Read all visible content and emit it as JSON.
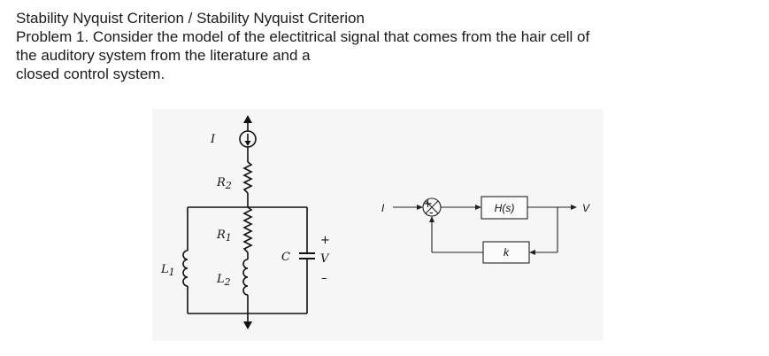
{
  "text": {
    "title": "Stability Nyquist Criterion / Stability Nyquist Criterion",
    "line1": "Problem 1. Consider the model of the electitrical signal that comes from the hair cell of",
    "line2": "the auditory system from the literature and a",
    "line3": "closed control system."
  },
  "circuit": {
    "current_source": "I",
    "r2": "R",
    "r2_sub": "2",
    "r1": "R",
    "r1_sub": "1",
    "l1": "L",
    "l1_sub": "1",
    "l2": "L",
    "l2_sub": "2",
    "capacitor": "C",
    "plus": "+",
    "voltage": "V",
    "minus": "–"
  },
  "block_diagram": {
    "input": "I",
    "sum_plus": "+",
    "sum_minus": "-",
    "forward_block": "H(s)",
    "feedback_block": "k",
    "output": "V"
  }
}
